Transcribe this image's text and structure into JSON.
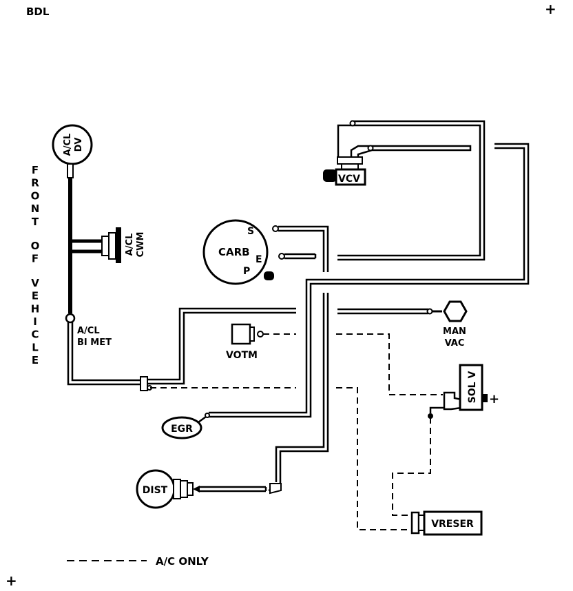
{
  "header": {
    "code": "BDL",
    "mark_top_right": "+",
    "mark_bottom_left": "+"
  },
  "side_label": "FRONT OF VEHICLE",
  "components": {
    "acl_dv": {
      "line1": "A/CL",
      "line2": "DV"
    },
    "acl_cwm": {
      "line1": "A/CL",
      "line2": "CWM"
    },
    "acl_bimet": {
      "line1": "A/CL",
      "line2": "BI MET"
    },
    "carb": {
      "label": "CARB",
      "port_s": "S",
      "port_e": "E",
      "port_p": "P"
    },
    "vcv": {
      "label": "VCV"
    },
    "man_vac": {
      "line1": "MAN",
      "line2": "VAC"
    },
    "votm": {
      "label": "VOTM"
    },
    "sol_v": {
      "label": "SOL V",
      "mark": "+"
    },
    "egr": {
      "label": "EGR"
    },
    "dist": {
      "label": "DIST"
    },
    "vreser": {
      "label": "VRESER"
    }
  },
  "legend": {
    "dashed_label": "A/C ONLY"
  }
}
